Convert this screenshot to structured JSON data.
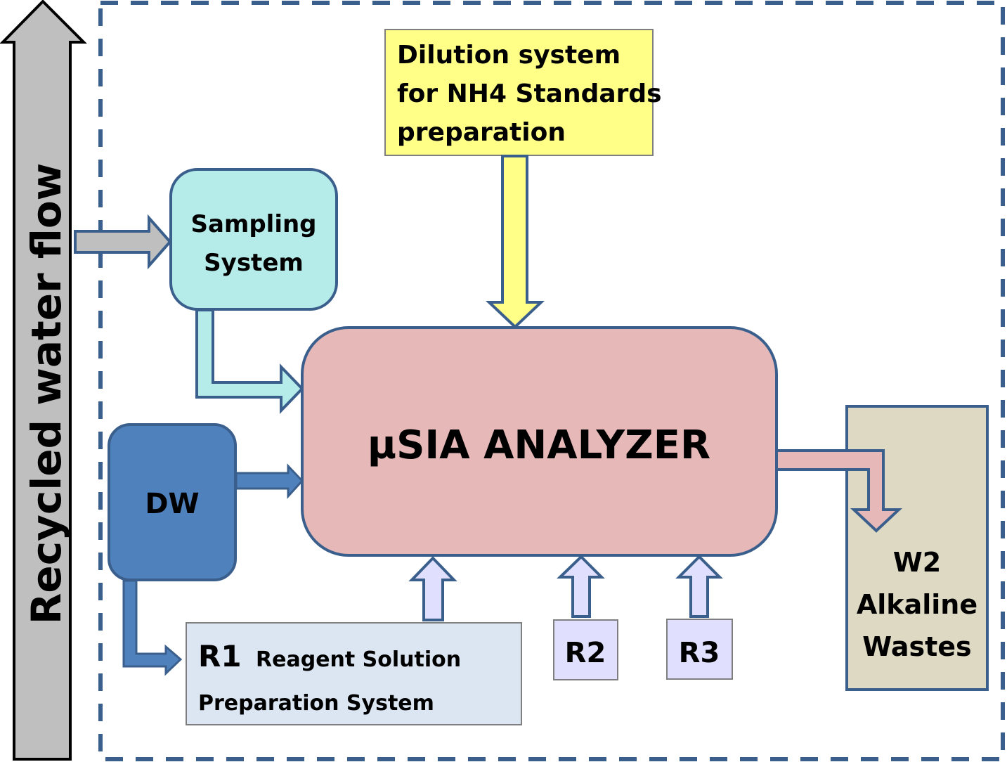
{
  "diagram": {
    "side_arrow_label": "Recycled water flow",
    "dilution_box": {
      "lines": [
        "Dilution system",
        "for NH4 Standards",
        "preparation"
      ]
    },
    "sampling_box": {
      "lines": [
        "Sampling",
        "System"
      ]
    },
    "analyzer_box": {
      "label": "µSIA ANALYZER"
    },
    "dw_box": {
      "label": "DW"
    },
    "r1_box": {
      "prefix": "R1",
      "line1": "Reagent Solution",
      "line2": "Preparation System"
    },
    "r2_box": {
      "label": "R2"
    },
    "r3_box": {
      "label": "R3"
    },
    "waste_box": {
      "lines": [
        "W2",
        "Alkaline",
        "Wastes"
      ]
    },
    "colors": {
      "border_blue": "#3b5f8c",
      "sampling_fill": "#b5ece9",
      "analyzer_fill": "#e6b8b7",
      "dw_fill": "#4f81bd",
      "r1_fill": "#dce6f2",
      "reagent_fill": "#e0e0fe",
      "dilution_fill": "#ffff88",
      "waste_fill": "#ddd9c3",
      "gray_arrow": "#bfbfbf"
    }
  }
}
